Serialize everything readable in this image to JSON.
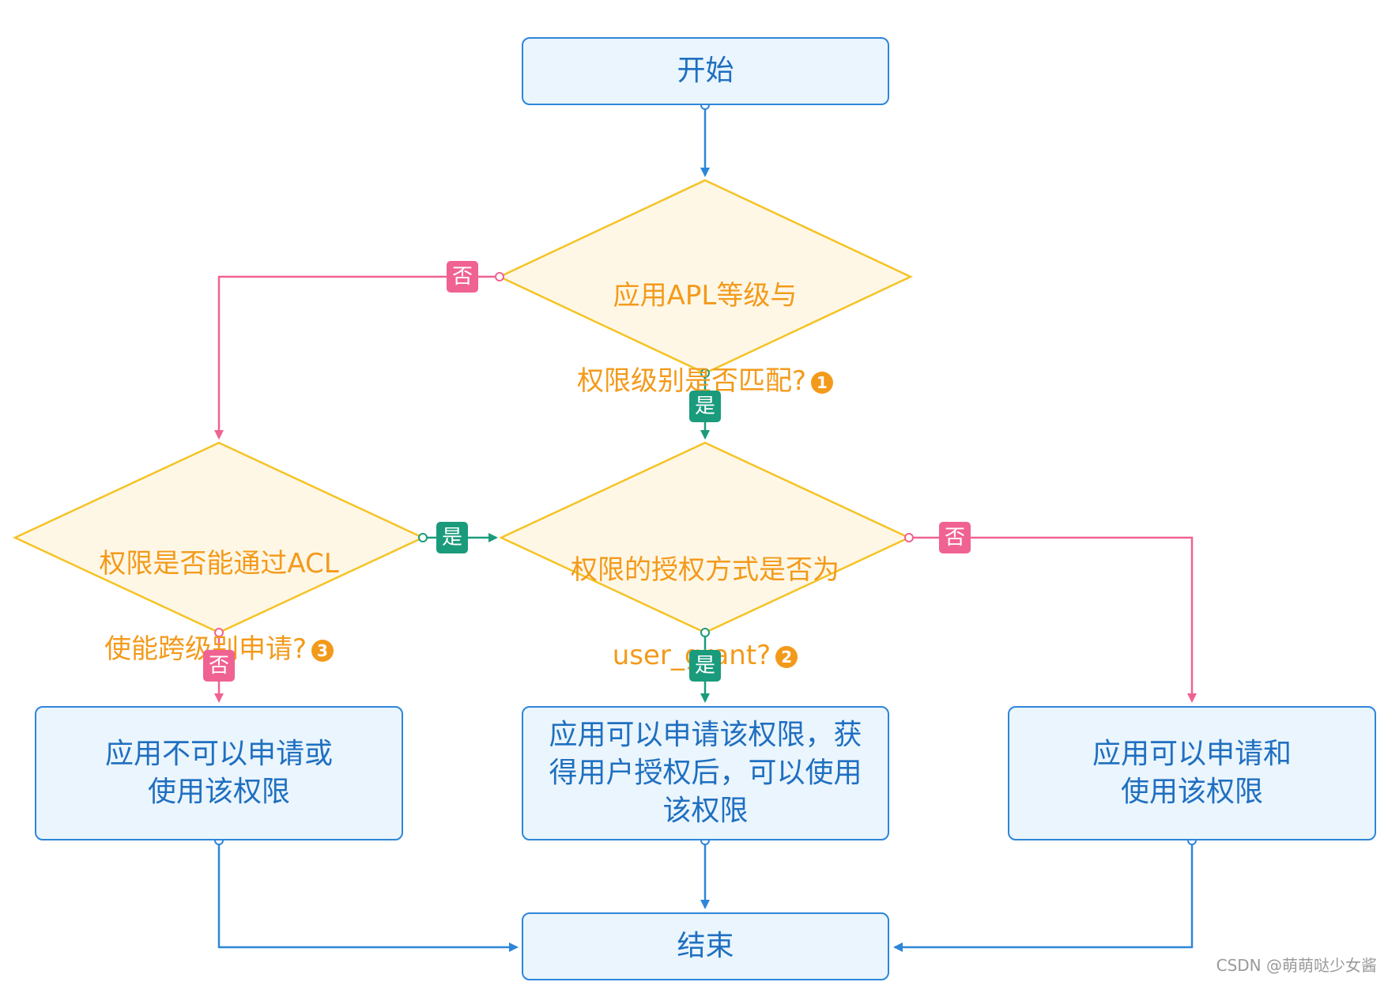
{
  "colors": {
    "box_border": "#2e86d8",
    "box_fill": "#eaf5fd",
    "decision_border": "#f5c324",
    "decision_fill": "#fff7e6",
    "decision_text": "#f39a1b",
    "yes": "#1a9b7c",
    "no": "#f06292"
  },
  "nodes": {
    "start": "开始",
    "q1_line1": "应用APL等级与",
    "q1_line2": "权限级别是否匹配?",
    "q1_num": "1",
    "q2_line1": "权限的授权方式是否为",
    "q2_line2": "user_grant?",
    "q2_num": "2",
    "q3_line1": "权限是否能通过ACL",
    "q3_line2": "使能跨级别申请?",
    "q3_num": "3",
    "cannot": "应用不可以申请或\n使用该权限",
    "user_grant": "应用可以申请该权限，获\n得用户授权后，可以使用\n该权限",
    "can": "应用可以申请和\n使用该权限",
    "end": "结束"
  },
  "labels": {
    "yes": "是",
    "no": "否"
  },
  "watermark": "CSDN @萌萌哒少女酱"
}
